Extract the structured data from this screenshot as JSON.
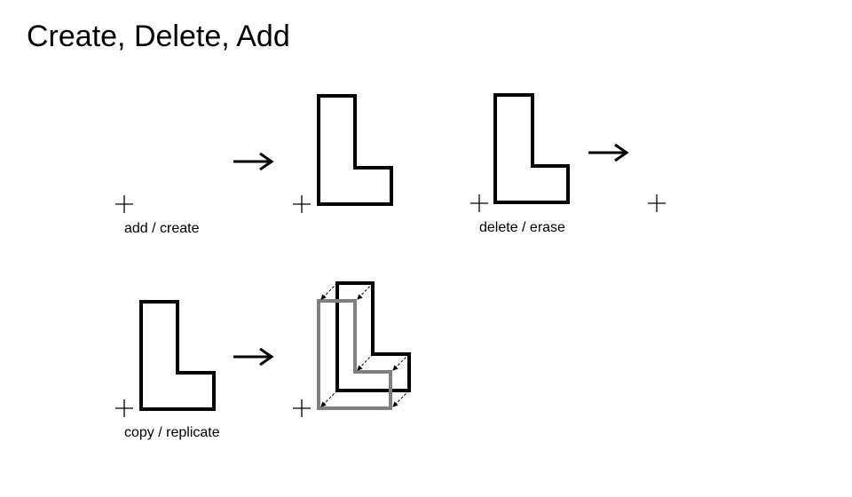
{
  "title": "Create, Delete, Add",
  "captions": {
    "add": "add / create",
    "delete": "delete / erase",
    "copy": "copy / replicate"
  },
  "colors": {
    "shape": "#000000",
    "copy_shape": "#808080",
    "background": "#ffffff"
  },
  "icons": {
    "origin": "plus-marker",
    "transition": "right-arrow",
    "offset": "dashed-arrow"
  }
}
